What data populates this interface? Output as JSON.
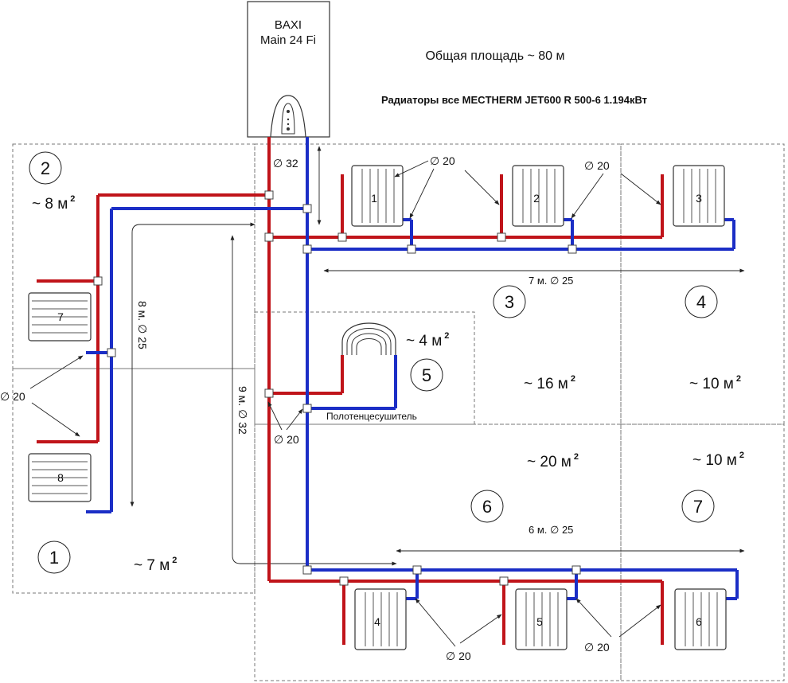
{
  "boiler": {
    "brand": "BAXI",
    "model": "Main 24 Fi"
  },
  "header": {
    "total_area": "Общая площадь ~ 80 м",
    "radiators_note": "Радиаторы все MECTHERM JET600 R 500-6 1.194кВт"
  },
  "rooms": [
    {
      "id": "2",
      "area": "~ 8 м",
      "sup": "2"
    },
    {
      "id": "3",
      "area": "~ 16 м",
      "sup": "2"
    },
    {
      "id": "4",
      "area": "~ 10 м",
      "sup": "2"
    },
    {
      "id": "5",
      "area": "~ 4 м",
      "sup": "2"
    },
    {
      "id": "6",
      "area": "~ 20 м",
      "sup": "2"
    },
    {
      "id": "7",
      "area": "~ 10 м",
      "sup": "2"
    },
    {
      "id": "1",
      "area": "~ 7 м",
      "sup": "2"
    }
  ],
  "radiators": [
    "1",
    "2",
    "3",
    "4",
    "5",
    "6",
    "7",
    "8"
  ],
  "towel_dryer": "Полотенцесушитель",
  "pipes": {
    "riser_dia": "∅ 32",
    "branch_dia": "∅ 20",
    "run_top": "7 м.  ∅ 25",
    "run_bottom": "6 м.  ∅ 25",
    "run_left": "8 м.  ∅ 25",
    "run_riser": "9 м.  ∅ 32"
  },
  "colors": {
    "supply": "#c0141a",
    "return": "#1b2ec6"
  }
}
